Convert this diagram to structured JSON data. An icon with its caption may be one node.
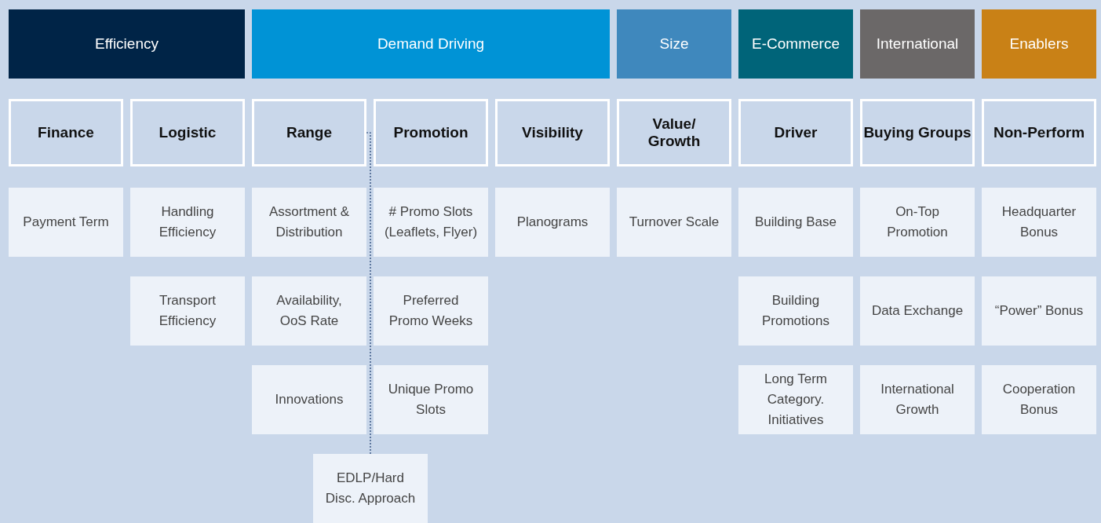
{
  "diagram": {
    "nodes": [
      {
        "text": [
          "Efficiency"
        ]
      },
      {
        "text": [
          "Demand Driving"
        ]
      },
      {
        "text": [
          "Size"
        ]
      },
      {
        "text": [
          "E-Commerce"
        ]
      },
      {
        "text": [
          "International"
        ]
      },
      {
        "text": [
          "Enablers"
        ]
      },
      {
        "text": [
          "Finance"
        ]
      },
      {
        "text": [
          "Logistic"
        ]
      },
      {
        "text": [
          "Range"
        ]
      },
      {
        "text": [
          "Promotion"
        ]
      },
      {
        "text": [
          "Visibility"
        ]
      },
      {
        "text": [
          "Value/ Growth"
        ]
      },
      {
        "text": [
          "Driver"
        ]
      },
      {
        "text": [
          "Buying Groups"
        ]
      },
      {
        "text": [
          "Non-Perform"
        ]
      },
      {
        "text": [
          "Payment Term"
        ]
      },
      {
        "text": [
          "Handling Efficiency"
        ]
      },
      {
        "text": [
          "Assortment & Distribution"
        ]
      },
      {
        "text": [
          "# Promo Slots (Leaflets, Flyer)"
        ]
      },
      {
        "text": [
          "Planograms"
        ]
      },
      {
        "text": [
          "Turnover Scale"
        ]
      },
      {
        "text": [
          "Building Base"
        ]
      },
      {
        "text": [
          "On-Top Promotion"
        ]
      },
      {
        "text": [
          "Headquarter Bonus"
        ]
      },
      {
        "text": [
          "Transport Efficiency"
        ]
      },
      {
        "text": [
          "Availability, OoS Rate"
        ]
      },
      {
        "text": [
          "Preferred Promo Weeks"
        ]
      },
      {
        "text": [
          "Building Promotions"
        ]
      },
      {
        "text": [
          "Data Exchange"
        ]
      },
      {
        "text": [
          "“Power” Bonus"
        ]
      },
      {
        "text": [
          "Innovations"
        ]
      },
      {
        "text": [
          "Unique Promo Slots"
        ]
      },
      {
        "text": [
          "Long Term Category. Initiatives"
        ]
      },
      {
        "text": [
          "International Growth"
        ]
      },
      {
        "text": [
          "Cooperation Bonus"
        ]
      },
      {
        "text": [
          "EDLP/Hard Disc. Approach"
        ]
      }
    ],
    "edges": [
      {
        "from": 35,
        "to": 8,
        "arrow": "none",
        "style": "dashed"
      }
    ]
  }
}
